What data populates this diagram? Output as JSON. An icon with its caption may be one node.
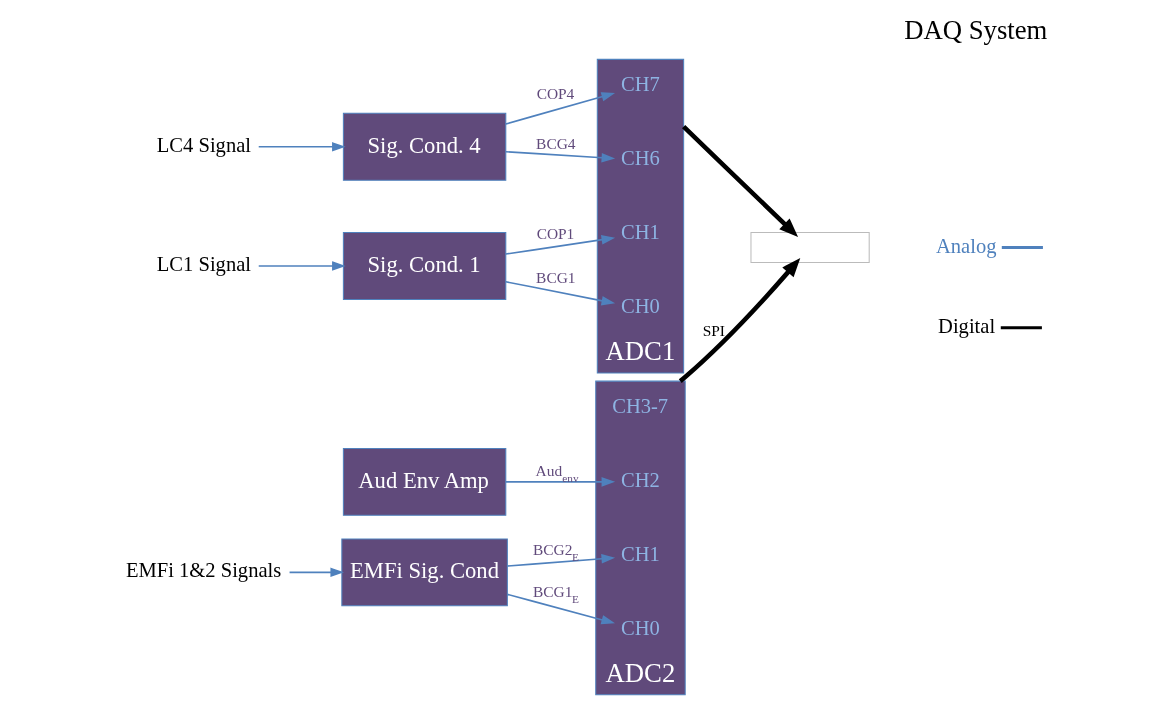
{
  "diagram": {
    "title": "DAQ System",
    "nodes": [
      {
        "text": [
          "Aud Env Amp"
        ]
      },
      {
        "text": [
          "ADC2"
        ]
      },
      {
        "text": [
          "CH3-7"
        ],
        "in": 1
      },
      {
        "text": [
          "CH2"
        ],
        "in": 1
      },
      {
        "text": [
          "CH1"
        ],
        "in": 1
      },
      {
        "text": [
          "CH0"
        ],
        "in": 1
      },
      {
        "text": [
          "EMFi 1&2 Signals"
        ]
      },
      {
        "text": [
          "EMFi Sig. Cond"
        ]
      },
      {
        "text": [
          "LC4 Signal"
        ]
      },
      {
        "text": [
          "Sig. Cond. 4"
        ]
      },
      {
        "text": [
          "ADC1"
        ]
      },
      {
        "text": [
          "CH7"
        ],
        "in": 10
      },
      {
        "text": [
          "CH6"
        ],
        "in": 10
      },
      {
        "text": [
          "CH1"
        ],
        "in": 10
      },
      {
        "text": [
          "CH0"
        ],
        "in": 10
      },
      {
        "text": [
          "LC1 Signal"
        ]
      },
      {
        "text": [
          "Sig. Cond. 1"
        ]
      },
      {
        "text": [],
        "shape": "box"
      }
    ],
    "edges": [
      {
        "from": 0,
        "to": 3,
        "arrow": "to",
        "label": "Aud$_{env}$"
      },
      {
        "from": 6,
        "to": 7,
        "arrow": "to"
      },
      {
        "from": 7,
        "to": 4,
        "arrow": "to",
        "label": "BCG2$_{E}$"
      },
      {
        "from": 7,
        "to": 5,
        "arrow": "to",
        "label": "BCG1$_{E}$"
      },
      {
        "from": 8,
        "to": 9,
        "arrow": "to"
      },
      {
        "from": 9,
        "to": 11,
        "arrow": "to",
        "label": "COP4"
      },
      {
        "from": 9,
        "to": 12,
        "arrow": "to",
        "label": "BCG4"
      },
      {
        "from": 15,
        "to": 16,
        "arrow": "to"
      },
      {
        "from": 16,
        "to": 13,
        "arrow": "to",
        "label": "COP1"
      },
      {
        "from": 16,
        "to": 14,
        "arrow": "to",
        "label": "BCG1"
      },
      {
        "from": 1,
        "to": 17,
        "arrow": "to",
        "label": "SPI",
        "style": "thick",
        "color": "#000000"
      },
      {
        "from": 10,
        "to": 17,
        "arrow": "to",
        "style": "thick",
        "color": "#000000"
      }
    ],
    "legend": [
      {
        "text": "Analog"
      },
      {
        "text": "Digital"
      }
    ]
  }
}
